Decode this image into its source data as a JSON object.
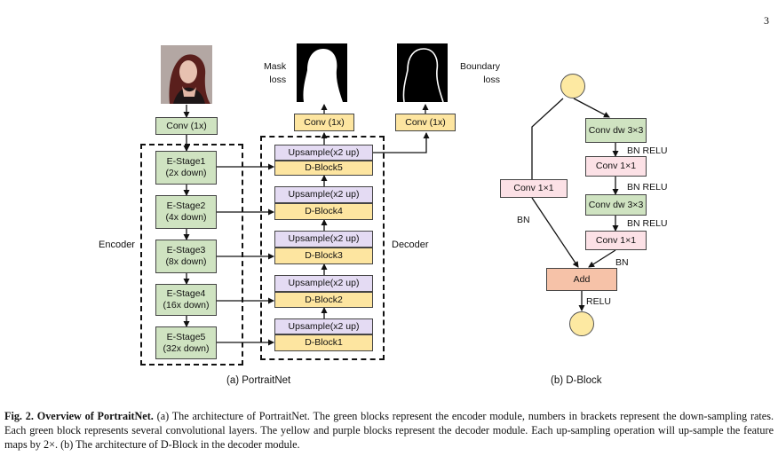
{
  "page_number": "3",
  "encoder": {
    "conv_top": "Conv (1x)",
    "stages": [
      "E-Stage1\n(2x down)",
      "E-Stage2\n(4x down)",
      "E-Stage3\n(8x down)",
      "E-Stage4\n(16x down)",
      "E-Stage5\n(32x down)"
    ],
    "label": "Encoder"
  },
  "decoder": {
    "upsample": [
      "Upsample(x2 up)",
      "Upsample(x2 up)",
      "Upsample(x2 up)",
      "Upsample(x2 up)",
      "Upsample(x2 up)"
    ],
    "dblocks": [
      "D-Block5",
      "D-Block4",
      "D-Block3",
      "D-Block2",
      "D-Block1"
    ],
    "label": "Decoder",
    "conv_mask": "Conv (1x)",
    "conv_boundary": "Conv (1x)"
  },
  "losses": {
    "mask": "Mask\nloss",
    "boundary": "Boundary\nloss"
  },
  "dblock": {
    "conv_dw_1": "Conv dw 3×3",
    "conv_1x1_a": "Conv 1×1",
    "conv_dw_2": "Conv dw 3×3",
    "conv_1x1_b": "Conv 1×1",
    "shortcut_conv": "Conv 1×1",
    "add": "Add",
    "bn_relu_1": "BN RELU",
    "bn_relu_2": "BN RELU",
    "bn_relu_3": "BN RELU",
    "bn_main": "BN",
    "bn_shortcut": "BN",
    "relu_out": "RELU"
  },
  "subcaptions": {
    "a": "(a) PortraitNet",
    "b": "(b) D-Block"
  },
  "caption": {
    "title": "Fig. 2. Overview of PortraitNet.",
    "body": " (a) The architecture of PortraitNet. The green blocks represent the encoder module, numbers in brackets represent the down-sampling rates. Each green block represents several convolutional layers. The yellow and purple blocks represent the decoder module. Each up-sampling operation will up-sample the feature maps by 2×. (b) The architecture of D-Block in the decoder module."
  },
  "colors": {
    "encoder_green": "#cfe3c1",
    "decoder_yellow": "#fde5a0",
    "upsample_purple": "#e4dbf3",
    "conv_pink": "#fce1e6",
    "add_salmon": "#f6c2a8"
  }
}
